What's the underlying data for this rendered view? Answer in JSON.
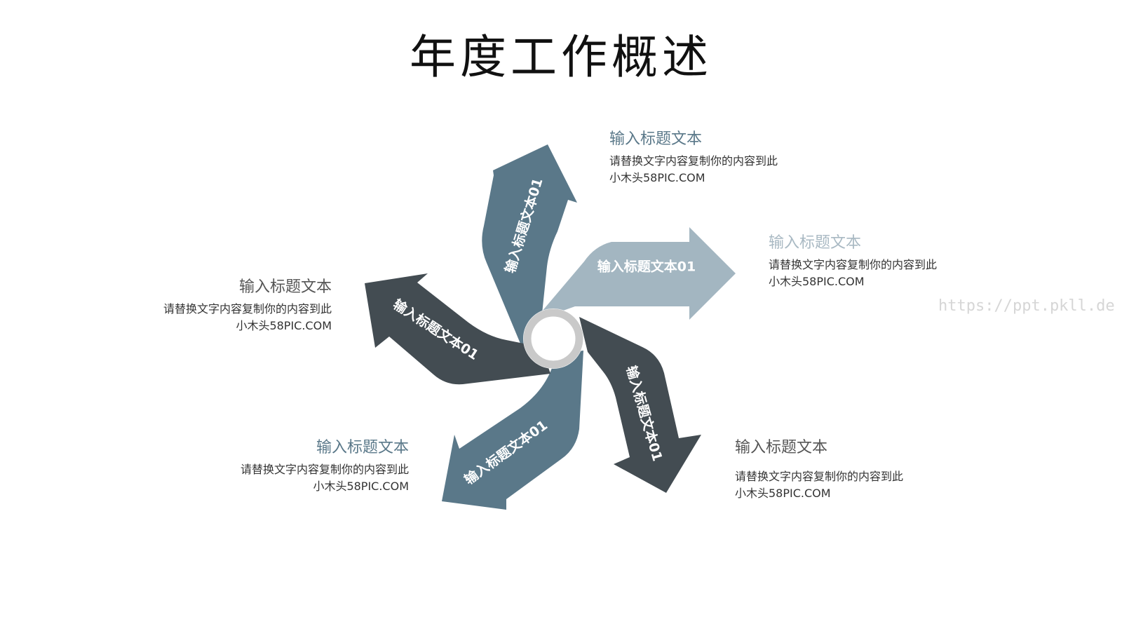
{
  "title": "年度工作概述",
  "watermark": "https://ppt.pkll.de",
  "colors": {
    "steel_blue": "#5a7889",
    "light_blue": "#a3b6c1",
    "dark_slate": "#434c52",
    "ring": "#c9c9c9",
    "heading_blue": "#5a7889",
    "heading_light": "#a9b9c3",
    "heading_gray": "#555555"
  },
  "arrows": [
    {
      "id": "up",
      "label": "输入标题文本01",
      "color": "#5a7889"
    },
    {
      "id": "right",
      "label": "输入标题文本01",
      "color": "#a3b6c1"
    },
    {
      "id": "down-right",
      "label": "输入标题文本01",
      "color": "#434c52"
    },
    {
      "id": "down-left",
      "label": "输入标题文本01",
      "color": "#5a7889"
    },
    {
      "id": "left",
      "label": "输入标题文本01",
      "color": "#434c52"
    }
  ],
  "blocks": [
    {
      "heading": "输入标题文本",
      "line1": "请替换文字内容复制你的内容到此",
      "line2": "小木头58PIC.COM"
    },
    {
      "heading": "输入标题文本",
      "line1": "请替换文字内容复制你的内容到此",
      "line2": "小木头58PIC.COM"
    },
    {
      "heading": "输入标题文本",
      "line1": "请替换文字内容复制你的内容到此",
      "line2": "小木头58PIC.COM"
    },
    {
      "heading": "输入标题文本",
      "line1": "请替换文字内容复制你的内容到此",
      "line2": "小木头58PIC.COM"
    },
    {
      "heading": "输入标题文本",
      "line1": "请替换文字内容复制你的内容到此",
      "line2": "小木头58PIC.COM"
    }
  ]
}
